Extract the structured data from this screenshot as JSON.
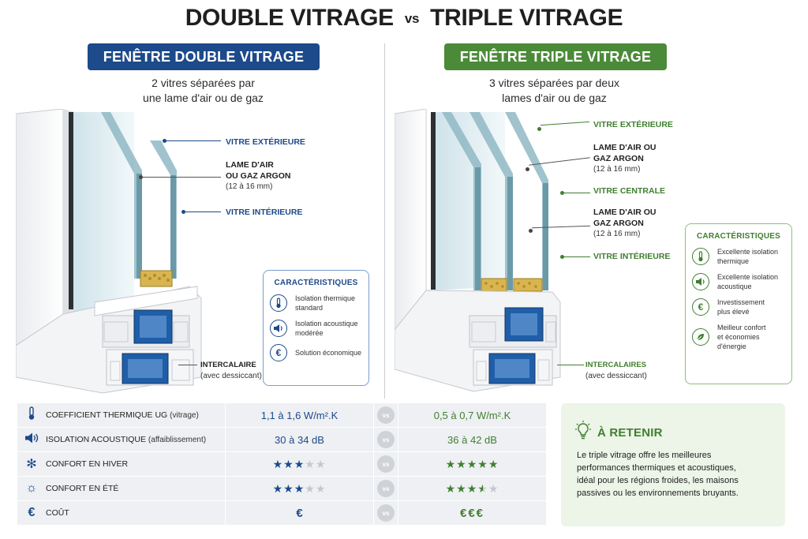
{
  "title": {
    "left": "DOUBLE VITRAGE",
    "vs": "vs",
    "right": "TRIPLE VITRAGE"
  },
  "double": {
    "banner": "FENÊTRE DOUBLE VITRAGE",
    "subtitle_1": "2 vitres séparées par",
    "subtitle_2": "une lame d'air ou de gaz",
    "callouts": {
      "ext": "VITRE EXTÉRIEURE",
      "gap_1": "LAME D'AIR",
      "gap_2": "OU GAZ ARGON",
      "gap_3": "(12 à 16 mm)",
      "int": "VITRE INTÉRIEURE",
      "spacer_1": "INTERCALAIRE",
      "spacer_2": "(avec dessiccant)"
    },
    "characteristics": {
      "heading": "CARACTÉRISTIQUES",
      "items": [
        {
          "icon": "thermometer-icon",
          "text_1": "Isolation thermique",
          "text_2": "standard"
        },
        {
          "icon": "speaker-icon",
          "text_1": "Isolation acoustique",
          "text_2": "modérée"
        },
        {
          "icon": "euro-icon",
          "text_1": "Solution économique",
          "text_2": ""
        }
      ]
    }
  },
  "triple": {
    "banner": "FENÊTRE TRIPLE VITRAGE",
    "subtitle_1": "3 vitres séparées par deux",
    "subtitle_2": "lames d'air ou de gaz",
    "callouts": {
      "ext": "VITRE EXTÉRIEURE",
      "gap1_1": "LAME D'AIR OU",
      "gap1_2": "GAZ ARGON",
      "gap1_3": "(12 à 16 mm)",
      "mid": "VITRE CENTRALE",
      "gap2_1": "LAME D'AIR OU",
      "gap2_2": "GAZ ARGON",
      "gap2_3": "(12 à 16 mm)",
      "int": "VITRE INTÉRIEURE",
      "spacer_1": "INTERCALAIRES",
      "spacer_2": "(avec dessiccant)"
    },
    "characteristics": {
      "heading": "CARACTÉRISTIQUES",
      "items": [
        {
          "icon": "thermometer-icon",
          "text_1": "Excellente isolation",
          "text_2": "thermique"
        },
        {
          "icon": "speaker-icon",
          "text_1": "Excellente isolation",
          "text_2": "acoustique"
        },
        {
          "icon": "euro-icon",
          "text_1": "Investissement",
          "text_2": "plus élevé"
        },
        {
          "icon": "leaf-icon",
          "text_1": "Meilleur confort",
          "text_2": "et économies",
          "text_3": "d'énergie"
        }
      ]
    }
  },
  "comparison": {
    "vs": "vs",
    "rows": [
      {
        "icon": "thermometer-icon",
        "label": "COEFFICIENT THERMIQUE Ug",
        "qualifier": "(vitrage)",
        "left": "1,1 à 1,6 W/m².K",
        "right": "0,5 à 0,7 W/m².K"
      },
      {
        "icon": "speaker-icon",
        "label": "ISOLATION ACOUSTIQUE",
        "qualifier": "(affaiblissement)",
        "left": "30 à 34 dB",
        "right": "36 à 42 dB"
      },
      {
        "icon": "snowflake-icon",
        "label": "CONFORT EN HIVER",
        "qualifier": "",
        "left_stars": 3,
        "right_stars": 5
      },
      {
        "icon": "sun-icon",
        "label": "CONFORT EN ÉTÉ",
        "qualifier": "",
        "left_stars": 3,
        "right_stars": 3.5
      },
      {
        "icon": "euro-icon",
        "label": "COÛT",
        "qualifier": "",
        "left": "€",
        "right": "€€€"
      }
    ]
  },
  "retain": {
    "title": "À RETENIR",
    "body_1": "Le triple vitrage offre les meilleures",
    "body_2": "performances thermiques et acoustiques,",
    "body_3": "idéal pour les régions froides, les maisons",
    "body_4": "passives ou les environnements bruyants."
  },
  "colors": {
    "blue": "#1c4a8a",
    "green": "#4b8a38",
    "light_bg": "#eef0f3",
    "retain_bg": "#edf4e8"
  }
}
